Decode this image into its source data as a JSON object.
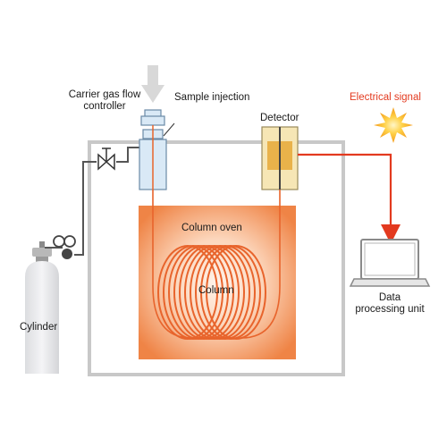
{
  "labels": {
    "carrier_gas_line1": "Carrier gas flow",
    "carrier_gas_line2": "controller",
    "sample_injection": "Sample injection",
    "detector": "Detector",
    "electrical_signal": "Electrical signal",
    "column_oven": "Column oven",
    "column": "Column",
    "data_line1": "Data",
    "data_line2": "processing unit",
    "cylinder": "Cylinder"
  },
  "colors": {
    "signal_red": "#e33a1f",
    "coil_orange": "#e8642c",
    "oven_center": "#fde2cf",
    "oven_edge": "#f08a4c",
    "injector_blue": "#d9e9f6",
    "detector_yellow": "#f6e6b5",
    "box_gray": "#c8c8c8"
  }
}
